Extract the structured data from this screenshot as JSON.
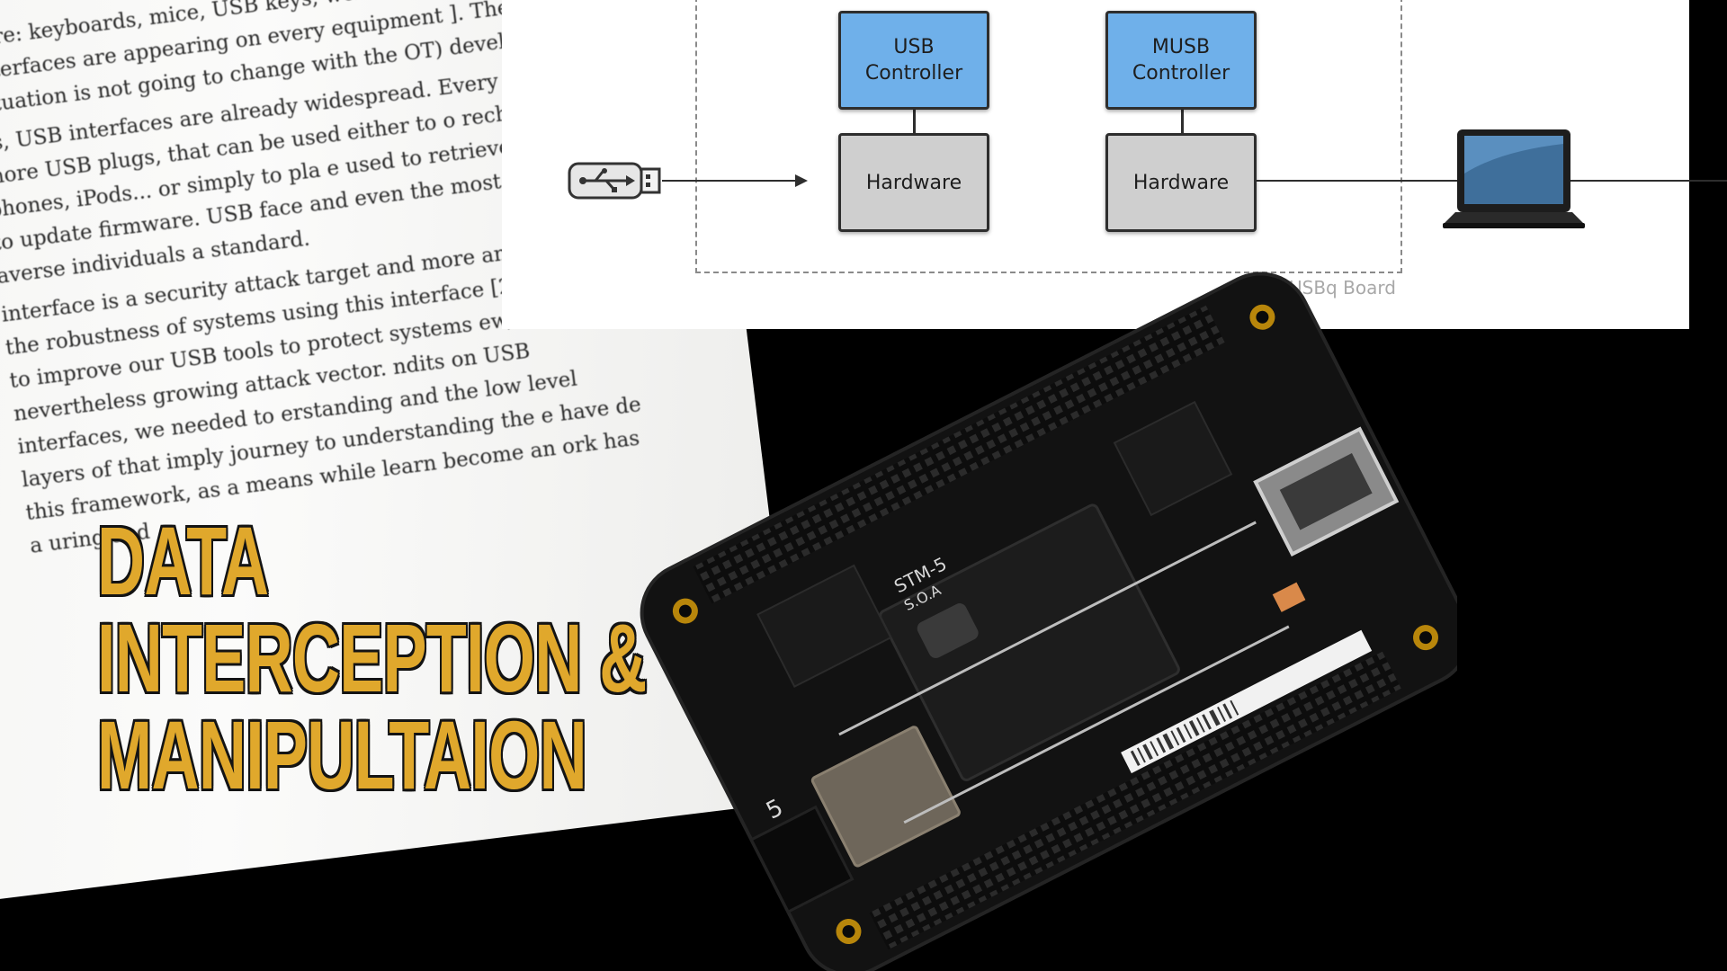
{
  "paper": {
    "paragraphs": [
      "here: keyboards, mice, USB keys, webcams, WiFi USB interfaces are appearing on every equipment ]. The situation is not going to change with the OT) development.",
      "ys, USB interfaces are already widespread. Every one or more USB plugs, that can be used either to o recharge our phones, iPods... or simply to pla e used to retrieve logs or to update firmware. USB face and even the most change-averse individuals a standard.",
      "interface is a security attack target and more and more s the robustness of systems using this interface [2,5]. datory to improve our USB tools to protect systems ew, but nevertheless growing attack vector. ndits on USB interfaces, we needed to erstanding and the low level layers of that imply journey to understanding the e have de this framework, as a means while learn become an ork has a uring aud"
    ]
  },
  "diagram": {
    "blocks": {
      "usb_controller": "USB\nController",
      "musb_controller": "MUSB\nController",
      "hardware_left": "Hardware",
      "hardware_right": "Hardware"
    },
    "board_label": "USBq Board",
    "icons": [
      "usb-stick-icon",
      "laptop-icon"
    ],
    "colors": {
      "controller": "#6fb0ea",
      "hardware": "#cfcfcf"
    }
  },
  "board": {
    "silkscreen": [
      "STM-5",
      "S.O.A",
      "5"
    ]
  },
  "title": {
    "line1": "DATA",
    "line2": "INTERCEPTION &",
    "line3": "MANIPULTAION",
    "color": "#e0a82c"
  }
}
